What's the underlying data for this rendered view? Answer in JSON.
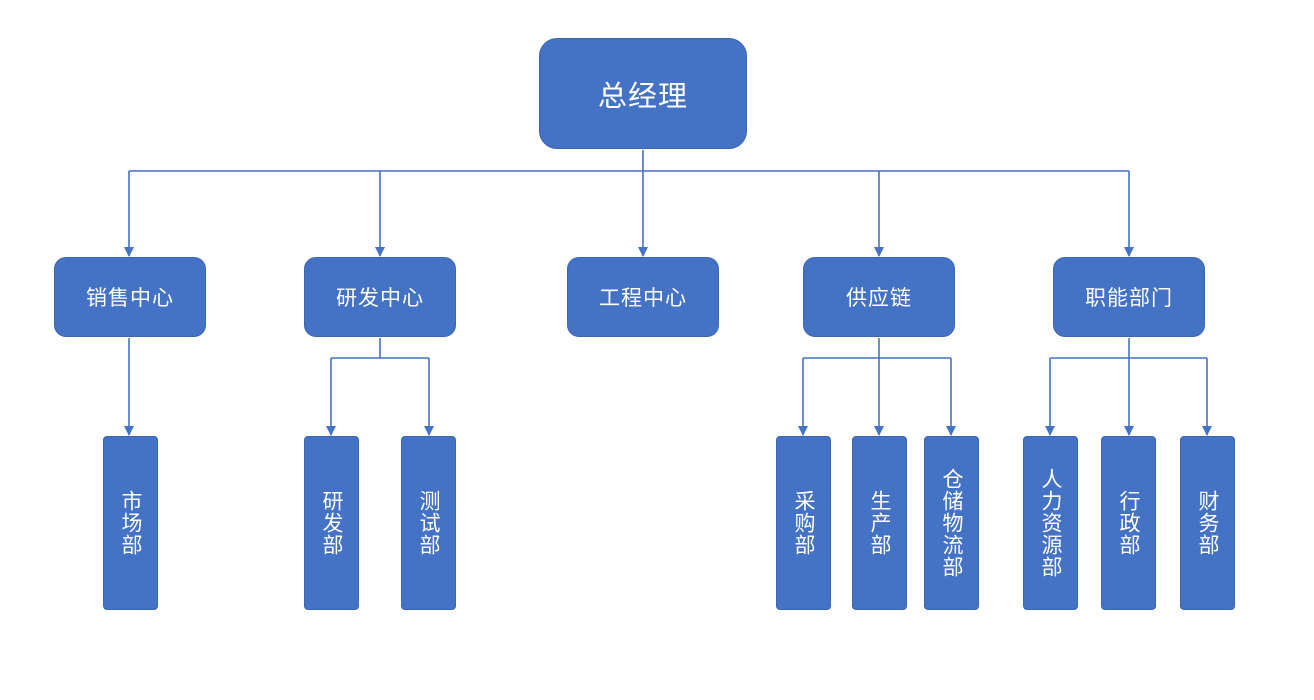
{
  "colors": {
    "node_fill": "#4472c4",
    "node_text": "#ffffff",
    "connector": "#4472c4",
    "background": "#ffffff"
  },
  "org": {
    "root": "总经理",
    "departments": [
      {
        "label": "销售中心",
        "units": [
          "市场部"
        ]
      },
      {
        "label": "研发中心",
        "units": [
          "研发部",
          "测试部"
        ]
      },
      {
        "label": "工程中心",
        "units": []
      },
      {
        "label": "供应链",
        "units": [
          "采购部",
          "生产部",
          "仓储物流部"
        ]
      },
      {
        "label": "职能部门",
        "units": [
          "人力资源部",
          "行政部",
          "财务部"
        ]
      }
    ]
  }
}
